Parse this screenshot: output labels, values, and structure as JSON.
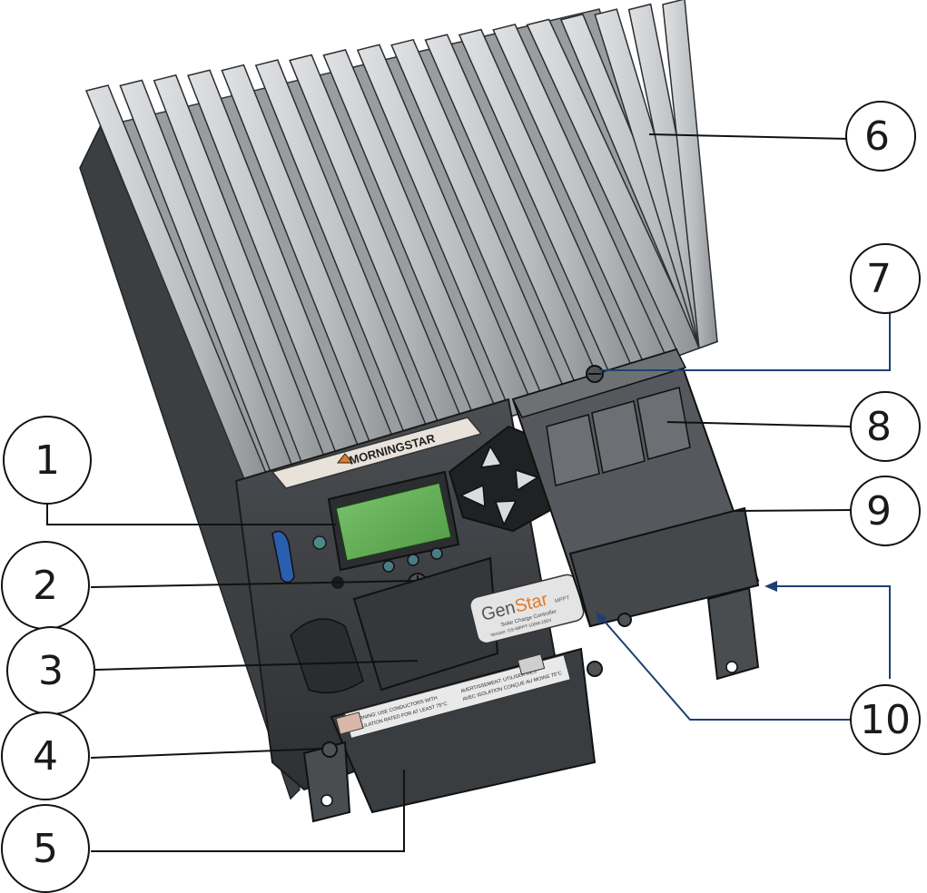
{
  "brand_text": "MORNINGSTAR",
  "product": {
    "name_part1": "Gen",
    "name_part2": "Star",
    "badge_small": "MPPT",
    "subtitle": "Solar Charge Controller",
    "version": "Version: GS-MPPT-100M-200V"
  },
  "warning_labels": {
    "left_line1": "WARNING: USE CONDUCTORS WITH",
    "left_line2": "INSULATION RATED FOR AT LEAST 75°C",
    "right_line1": "AVERTISSEMENT: UTILISER DES",
    "right_line2": "AVEC ISOLATION CONÇUE AU MOINS 75°C"
  },
  "callouts": [
    {
      "id": "1",
      "label": "1"
    },
    {
      "id": "2",
      "label": "2"
    },
    {
      "id": "3",
      "label": "3"
    },
    {
      "id": "4",
      "label": "4"
    },
    {
      "id": "5",
      "label": "5"
    },
    {
      "id": "6",
      "label": "6"
    },
    {
      "id": "7",
      "label": "7"
    },
    {
      "id": "8",
      "label": "8"
    },
    {
      "id": "9",
      "label": "9"
    },
    {
      "id": "10",
      "label": "10"
    }
  ],
  "colors": {
    "fin_light": "#c9cbcd",
    "fin_mid": "#a8abae",
    "fin_dark": "#6e7174",
    "body_dark": "#3a3d40",
    "body_mid": "#55585c",
    "lcd_green": "#66b35a",
    "accent_blue": "#2a5fb0",
    "brand_orange": "#e07a2a",
    "callout_line": "#111111",
    "callout_line_blue": "#1e3f73"
  }
}
